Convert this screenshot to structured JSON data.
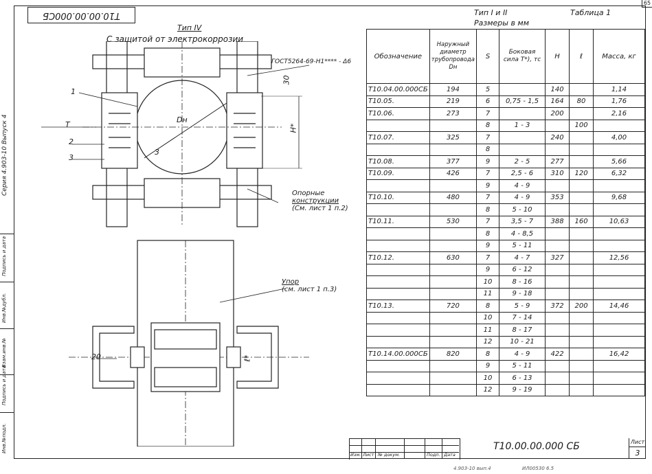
{
  "page_number": "65",
  "rotated_code": "T10.00.00.000СБ",
  "side": {
    "series": "Серия 4.903-10   Выпуск 4",
    "strip_labels": [
      "Инв.№подл.",
      "Подпись и дата",
      "Взам.инв.№",
      "Инв.№дубл.",
      "Подпись и дата"
    ]
  },
  "drawing": {
    "type_label": "Тип IV",
    "subtitle": "С защитой от электрокоррозии",
    "gost_note": "ГОСТ5264-69-Н1**** - Δ6",
    "dim_30": "30",
    "dim_h": "Н*",
    "dim_dn": "Dн",
    "t_label": "Т",
    "num_1": "1",
    "num_2": "2",
    "num_3": "3",
    "num_3_small": "3",
    "support_note": [
      "Опорные",
      "конструкции",
      "(См. лист 1 п.2)"
    ],
    "stop_note": [
      "Упор",
      "(см. лист 1 п.3)"
    ],
    "dim_20": "20",
    "dim_l": "ℓ*"
  },
  "table": {
    "types_heading": "Тип I и II",
    "sizes_heading": "Размеры в мм",
    "table_label": "Таблица 1",
    "headers": [
      "Обозначение",
      "Наружный диаметр трубопровода Dн",
      "S",
      "Боковая сила T*), тс",
      "H",
      "ℓ",
      "Масса, кг"
    ],
    "rows": [
      {
        "des": "T10.04.00.000СБ",
        "dn": "194",
        "s": "5",
        "force": "",
        "h": "140",
        "l": "",
        "mass": "1,14"
      },
      {
        "des": "T10.05.",
        "dn": "219",
        "s": "6",
        "force": "0,75 - 1,5",
        "h": "164",
        "l": "80",
        "mass": "1,76"
      },
      {
        "des": "T10.06.",
        "dn": "273",
        "s": "7",
        "force": "",
        "h": "200",
        "l": "",
        "mass": "2,16"
      },
      {
        "des": "",
        "dn": "",
        "s": "8",
        "force": "1 - 3",
        "h": "",
        "l": "100",
        "mass": ""
      },
      {
        "des": "T10.07.",
        "dn": "325",
        "s": "7",
        "force": "",
        "h": "240",
        "l": "",
        "mass": "4,00"
      },
      {
        "des": "",
        "dn": "",
        "s": "8",
        "force": "",
        "h": "",
        "l": "",
        "mass": ""
      },
      {
        "des": "T10.08.",
        "dn": "377",
        "s": "9",
        "force": "2 - 5",
        "h": "277",
        "l": "",
        "mass": "5,66"
      },
      {
        "des": "T10.09.",
        "dn": "426",
        "s": "7",
        "force": "2,5 - 6",
        "h": "310",
        "l": "120",
        "mass": "6,32"
      },
      {
        "des": "",
        "dn": "",
        "s": "9",
        "force": "4 - 9",
        "h": "",
        "l": "",
        "mass": ""
      },
      {
        "des": "T10.10.",
        "dn": "480",
        "s": "7",
        "force": "4 - 9",
        "h": "353",
        "l": "",
        "mass": "9,68"
      },
      {
        "des": "",
        "dn": "",
        "s": "8",
        "force": "5 - 10",
        "h": "",
        "l": "",
        "mass": ""
      },
      {
        "des": "T10.11.",
        "dn": "530",
        "s": "7",
        "force": "3,5 - 7",
        "h": "388",
        "l": "160",
        "mass": "10,63"
      },
      {
        "des": "",
        "dn": "",
        "s": "8",
        "force": "4 - 8,5",
        "h": "",
        "l": "",
        "mass": ""
      },
      {
        "des": "",
        "dn": "",
        "s": "9",
        "force": "5 - 11",
        "h": "",
        "l": "",
        "mass": ""
      },
      {
        "des": "T10.12.",
        "dn": "630",
        "s": "7",
        "force": "4 - 7",
        "h": "327",
        "l": "",
        "mass": "12,56"
      },
      {
        "des": "",
        "dn": "",
        "s": "9",
        "force": "6 - 12",
        "h": "",
        "l": "",
        "mass": ""
      },
      {
        "des": "",
        "dn": "",
        "s": "10",
        "force": "8 - 16",
        "h": "",
        "l": "",
        "mass": ""
      },
      {
        "des": "",
        "dn": "",
        "s": "11",
        "force": "9 - 18",
        "h": "",
        "l": "",
        "mass": ""
      },
      {
        "des": "T10.13.",
        "dn": "720",
        "s": "8",
        "force": "5 - 9",
        "h": "372",
        "l": "200",
        "mass": "14,46"
      },
      {
        "des": "",
        "dn": "",
        "s": "10",
        "force": "7 - 14",
        "h": "",
        "l": "",
        "mass": ""
      },
      {
        "des": "",
        "dn": "",
        "s": "11",
        "force": "8 - 17",
        "h": "",
        "l": "",
        "mass": ""
      },
      {
        "des": "",
        "dn": "",
        "s": "12",
        "force": "10 - 21",
        "h": "",
        "l": "",
        "mass": ""
      },
      {
        "des": "T10.14.00.000СБ",
        "dn": "820",
        "s": "8",
        "force": "4 - 9",
        "h": "422",
        "l": "",
        "mass": "16,42"
      },
      {
        "des": "",
        "dn": "",
        "s": "9",
        "force": "5 - 11",
        "h": "",
        "l": "",
        "mass": ""
      },
      {
        "des": "",
        "dn": "",
        "s": "10",
        "force": "6 - 13",
        "h": "",
        "l": "",
        "mass": ""
      },
      {
        "des": "",
        "dn": "",
        "s": "12",
        "force": "9 - 19",
        "h": "",
        "l": "",
        "mass": ""
      }
    ]
  },
  "stamp": {
    "columns": [
      "Изм.",
      "Лист",
      "№ докум.",
      "Подп.",
      "Дата"
    ],
    "title": "T10.00.00.000 СБ",
    "sheet_label": "Лист",
    "sheet_number": "3"
  },
  "bottom_notes": [
    "4.903-10 вып.4",
    "ИЛ00530  6.5"
  ]
}
